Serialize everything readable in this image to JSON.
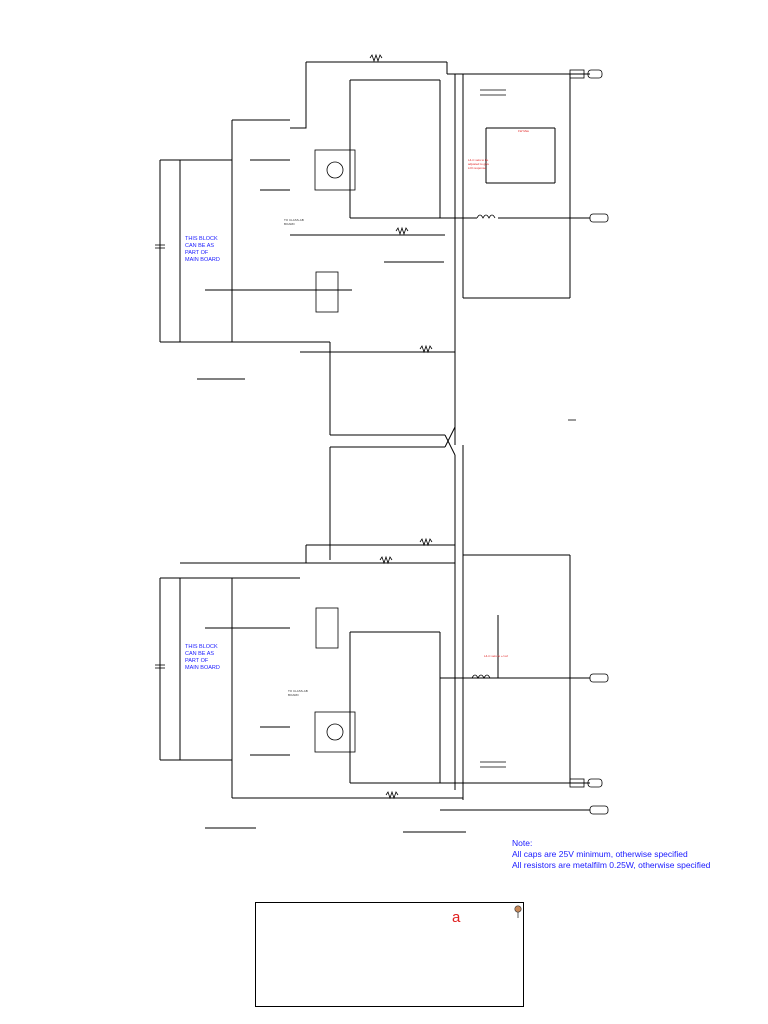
{
  "diagram": {
    "upper_block_label": "THIS BLOCK\nCAN BE AS\nPART OF\nMAIN BOARD",
    "lower_block_label": "THIS BLOCK\nCAN BE AS\nPART OF\nMAIN BOARD",
    "upper_connector_label": "TO CLASS-AB\nBOARD",
    "lower_connector_label": "TO CLASS-AB\nBOARD",
    "upper_red_annotation": "L4-C sets to be\nadjusted to give\nLOI response",
    "upper_small_red": "1W Max",
    "lower_red_annotation": "L4-C sets to +/-L2"
  },
  "notes": {
    "line1": "Note:",
    "line2": "All caps are 25V minimum, otherwise specified",
    "line3": "All resistors are metalfilm 0.25W, otherwise specified"
  },
  "title_block": {
    "letter": "a"
  },
  "colors": {
    "wire": "#000000",
    "note_text": "#1a1aff",
    "annotation": "#e02020"
  }
}
